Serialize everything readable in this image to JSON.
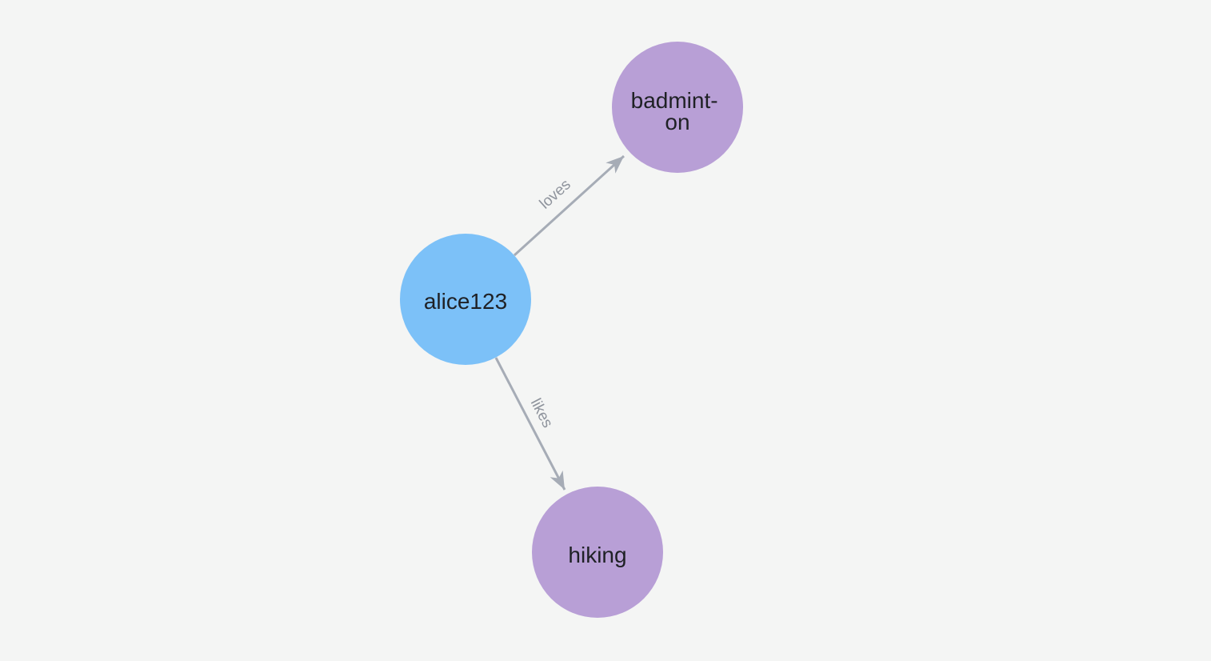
{
  "canvas": {
    "background": "#f4f5f4"
  },
  "graph": {
    "node_label_color": "#1f2125",
    "edge_style": {
      "color": "#a6acb6",
      "label_color": "#8e939c"
    },
    "nodes": [
      {
        "id": "alice123",
        "label": "alice123",
        "color": "#7cc1f8"
      },
      {
        "id": "badminton",
        "label": "badminton",
        "display_lines": [
          "badmint-",
          "on"
        ],
        "color": "#b89fd6"
      },
      {
        "id": "hiking",
        "label": "hiking",
        "color": "#b89fd6"
      }
    ],
    "edges": [
      {
        "source": "alice123",
        "target": "badminton",
        "label": "loves"
      },
      {
        "source": "alice123",
        "target": "hiking",
        "label": "likes"
      }
    ]
  }
}
